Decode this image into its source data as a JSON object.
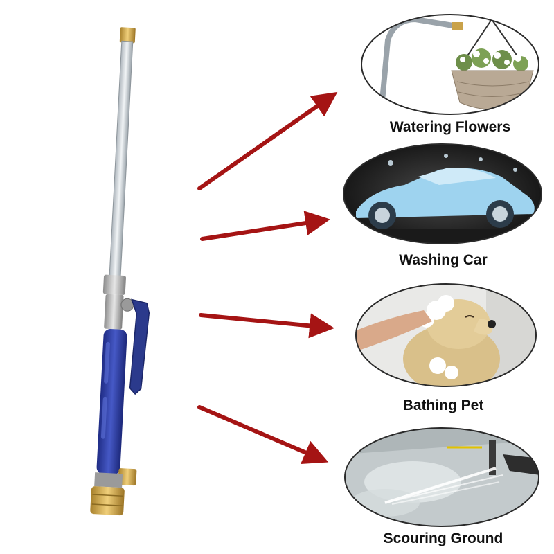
{
  "product": {
    "name_icon": "high-pressure-water-wand",
    "colors": {
      "tube": "#cfd6dc",
      "brass": "#c9a24a",
      "valve": "#b7b7b7",
      "grip": "#2f3fa0",
      "lever": "#2b3a8c"
    }
  },
  "arrow_color": "#a51414",
  "uses": [
    {
      "label": "Watering Flowers",
      "scene_icon": "hanging-flower-basket-icon"
    },
    {
      "label": "Washing Car",
      "scene_icon": "car-wash-splash-icon"
    },
    {
      "label": "Bathing Pet",
      "scene_icon": "dog-bath-icon"
    },
    {
      "label": "Scouring Ground",
      "scene_icon": "ground-spray-icon"
    }
  ]
}
